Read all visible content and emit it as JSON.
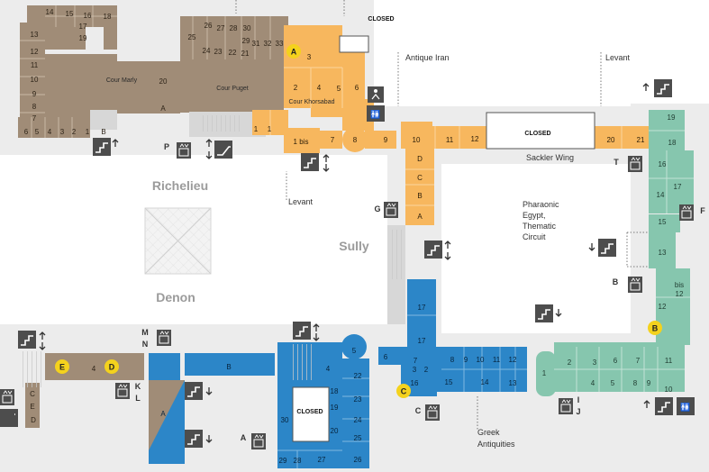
{
  "map_data": {
    "colors": {
      "brown": "#a08c77",
      "orange": "#f7b75e",
      "blue": "#2c86c8",
      "teal": "#86c6ae",
      "grey": "#d7d7d7",
      "outline": "#e8e8e8",
      "dark_icon": "#4d4d4d",
      "marker": "#f4d21d"
    },
    "wing_labels": [
      "Richelieu",
      "Sully",
      "Denon"
    ],
    "section_labels": [
      "Antique Iran",
      "Levant",
      "Levant",
      "Sackler Wing",
      "Pharaonic",
      "Egypt,",
      "Thematic",
      "Circuit",
      "Greek",
      "Antiquities"
    ],
    "closed_labels": [
      "CLOSED",
      "CLOSED",
      "CLOSED"
    ],
    "courtyards": [
      "Cour Marly",
      "Cour Puget",
      "Cour Khorsabad"
    ],
    "markers": [
      "A",
      "B",
      "C",
      "D",
      "E"
    ],
    "access_letters": [
      "P",
      "G",
      "T",
      "F",
      "B",
      "A",
      "C",
      "I",
      "J",
      "K",
      "L",
      "M",
      "N"
    ],
    "room_numbers": {
      "brown": [
        "14",
        "15",
        "16",
        "18",
        "17",
        "19",
        "13",
        "12",
        "11",
        "10",
        "9",
        "8",
        "7",
        "6",
        "5",
        "4",
        "3",
        "2",
        "1",
        "B",
        "20",
        "A",
        "26",
        "27",
        "28",
        "30",
        "25",
        "24",
        "23",
        "22",
        "21",
        "29",
        "31",
        "32",
        "33",
        "4",
        "C",
        "E",
        "D"
      ],
      "orange": [
        "A",
        "3",
        "2",
        "4",
        "5",
        "6",
        "1",
        "1",
        "1 bis",
        "7",
        "8",
        "9",
        "10",
        "11",
        "12",
        "20",
        "21",
        "D",
        "C",
        "B",
        "A"
      ],
      "blue": [
        "B",
        "5",
        "4",
        "6",
        "7",
        "8",
        "9",
        "10",
        "11",
        "12",
        "13",
        "14",
        "15",
        "16",
        "17",
        "17",
        "3",
        "2",
        "30",
        "18",
        "19",
        "20",
        "22",
        "23",
        "24",
        "25",
        "26",
        "27",
        "29",
        "28",
        "A"
      ],
      "teal": [
        "19",
        "18",
        "16",
        "17",
        "14",
        "15",
        "13",
        "12",
        "bis",
        "12",
        "11",
        "10",
        "1",
        "2",
        "3",
        "6",
        "7",
        "4",
        "5",
        "8",
        "9"
      ]
    }
  }
}
